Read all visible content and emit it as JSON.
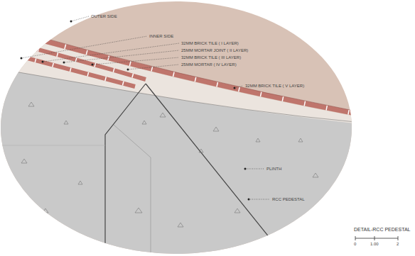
{
  "diagram": {
    "caption": "DETAIL-RCC PEDESTAL",
    "labels": [
      "OUTER SIDE",
      "INNER SIDE",
      "32MM BRICK TILE ( I LAYER)",
      "25MM MORTAR JOINT ( II LAYER)",
      "32MM BRICK TILE ( III LAYER)",
      "25MM MORTAR ( IV LAYER)",
      "32MM BRICK TILE ( V LAYER)",
      "PLINTH",
      "RCC PEDESTAL",
      "0",
      "1.00",
      "2"
    ]
  }
}
